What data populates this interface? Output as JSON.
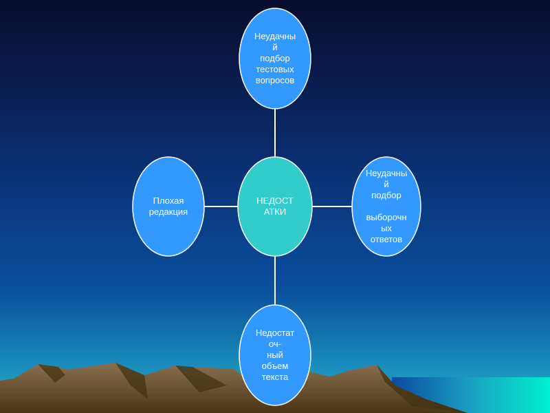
{
  "diagram": {
    "center": {
      "label": "НЕДОСТ\nАТКИ"
    },
    "top": {
      "label": "Неудачны\nй\nподбор\nтестовых\nвопросов"
    },
    "left": {
      "label": "Плохая\nредакция"
    },
    "right": {
      "label": "Неудачны\nй\nподбор\n\nвыборочн\nых\nответов"
    },
    "bottom": {
      "label": "Недостат\nоч-\nный\nобъем\nтекста"
    }
  },
  "colors": {
    "center_fill": "#33cccc",
    "node_fill": "#3399ff",
    "line": "#ffffff"
  }
}
